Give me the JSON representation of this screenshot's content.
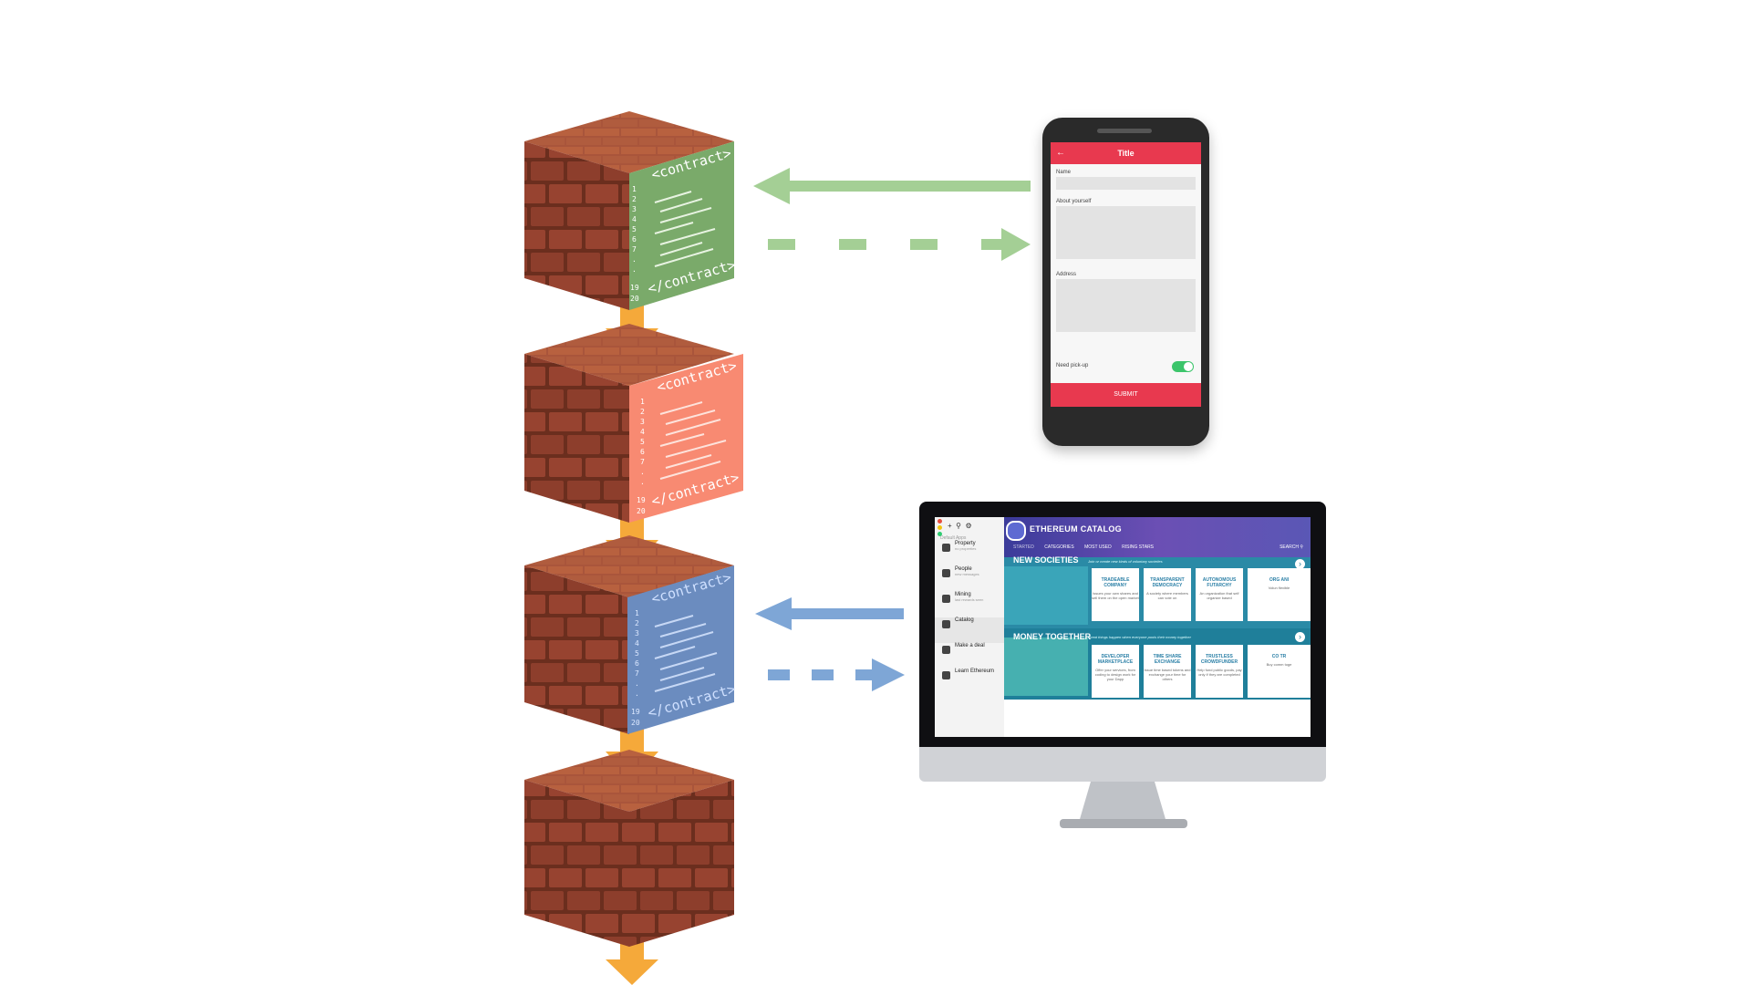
{
  "blocks": [
    {
      "id": "block-1",
      "face_color": "#7aaa6a",
      "open_tag": "<contract>",
      "close_tag": "</contract>",
      "line_numbers": [
        "1",
        "2",
        "3",
        "4",
        "5",
        "6",
        "7",
        ".",
        ".",
        "19",
        "20"
      ]
    },
    {
      "id": "block-2",
      "face_color": "#f88a72",
      "open_tag": "<contract>",
      "close_tag": "</contract>",
      "line_numbers": [
        "1",
        "2",
        "3",
        "4",
        "5",
        "6",
        "7",
        ".",
        ".",
        "19",
        "20"
      ]
    },
    {
      "id": "block-3",
      "face_color": "#6b8cbf",
      "open_tag": "<contract>",
      "close_tag": "</contract>",
      "line_numbers": [
        "1",
        "2",
        "3",
        "4",
        "5",
        "6",
        "7",
        ".",
        ".",
        "19",
        "20"
      ]
    },
    {
      "id": "block-4"
    }
  ],
  "colors": {
    "brick": "#9b4a33",
    "chain_arrow": "#f5a93a",
    "green_arrow": "#a4cf95",
    "blue_arrow": "#7ea6d6"
  },
  "phone": {
    "title": "Title",
    "back_icon": "arrow-left-icon",
    "fields": [
      {
        "label": "Name"
      },
      {
        "label": "About yourself"
      },
      {
        "label": "Address"
      }
    ],
    "toggle_label": "Need pick-up",
    "toggle_on": true,
    "submit_label": "SUBMIT"
  },
  "desktop": {
    "app_title": "ETHEREUM CATALOG",
    "sidebar_header": "Default Apps",
    "sidebar_items": [
      {
        "label": "Property",
        "sub": "no properties"
      },
      {
        "label": "People",
        "sub": "new messages"
      },
      {
        "label": "Mining",
        "sub": "last rewards seen"
      },
      {
        "label": "Catalog",
        "sub": ""
      },
      {
        "label": "Make a deal",
        "sub": ""
      },
      {
        "label": "Learn Ethereum",
        "sub": ""
      }
    ],
    "tabs": [
      "STARTED",
      "CATEGORIES",
      "MOST USED",
      "RISING STARS"
    ],
    "search_label": "SEARCH",
    "sections": [
      {
        "title": "NEW SOCIETIES",
        "tagline": "Join or create new kinds of voluntary societies",
        "cards": [
          {
            "title": "TRADEABLE COMPANY",
            "desc": "Issues your own shares and sell them on the open market"
          },
          {
            "title": "TRANSPARENT DEMOCRACY",
            "desc": "A society where members can vote on"
          },
          {
            "title": "AUTONOMOUS FUTARCHY",
            "desc": "An organization that self organize based"
          },
          {
            "title": "ORG ANI",
            "desc": "Volun flexible"
          }
        ]
      },
      {
        "title": "MONEY TOGETHER",
        "tagline": "Great things happen when everyone pools their money together",
        "cards": [
          {
            "title": "DEVELOPER MARKETPLACE",
            "desc": "Offer your services, from coding to design work for your Dapp"
          },
          {
            "title": "TIME SHARE EXCHANGE",
            "desc": "Issue time based tokens and exchange your time for others"
          },
          {
            "title": "TRUSTLESS CROWDFUNDER",
            "desc": "Help fund public goods, pay only if they are completed"
          },
          {
            "title": "CO TR",
            "desc": "Buy comm toge"
          }
        ]
      }
    ]
  }
}
